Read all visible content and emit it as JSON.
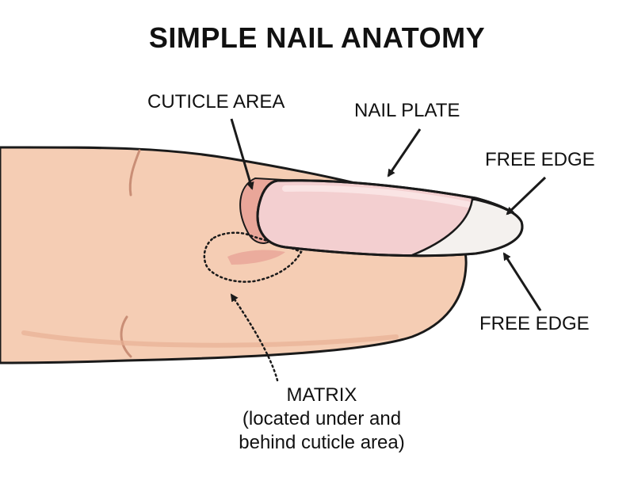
{
  "title": "SIMPLE NAIL ANATOMY",
  "labels": {
    "cuticle_area": "CUTICLE AREA",
    "nail_plate": "NAIL PLATE",
    "free_edge_top": "FREE EDGE",
    "free_edge_bottom": "FREE EDGE",
    "matrix_line1": "MATRIX",
    "matrix_line2": "(located under and",
    "matrix_line3": "behind cuticle area)"
  },
  "colors": {
    "skin": "#f5cdb4",
    "skin_shadow": "#e8b094",
    "outline": "#1a1a1a",
    "nail": "#f3cfd0",
    "nail_highlight": "#fbe6e6",
    "free_edge": "#f4f1ee",
    "cuticle": "#e9a699"
  }
}
